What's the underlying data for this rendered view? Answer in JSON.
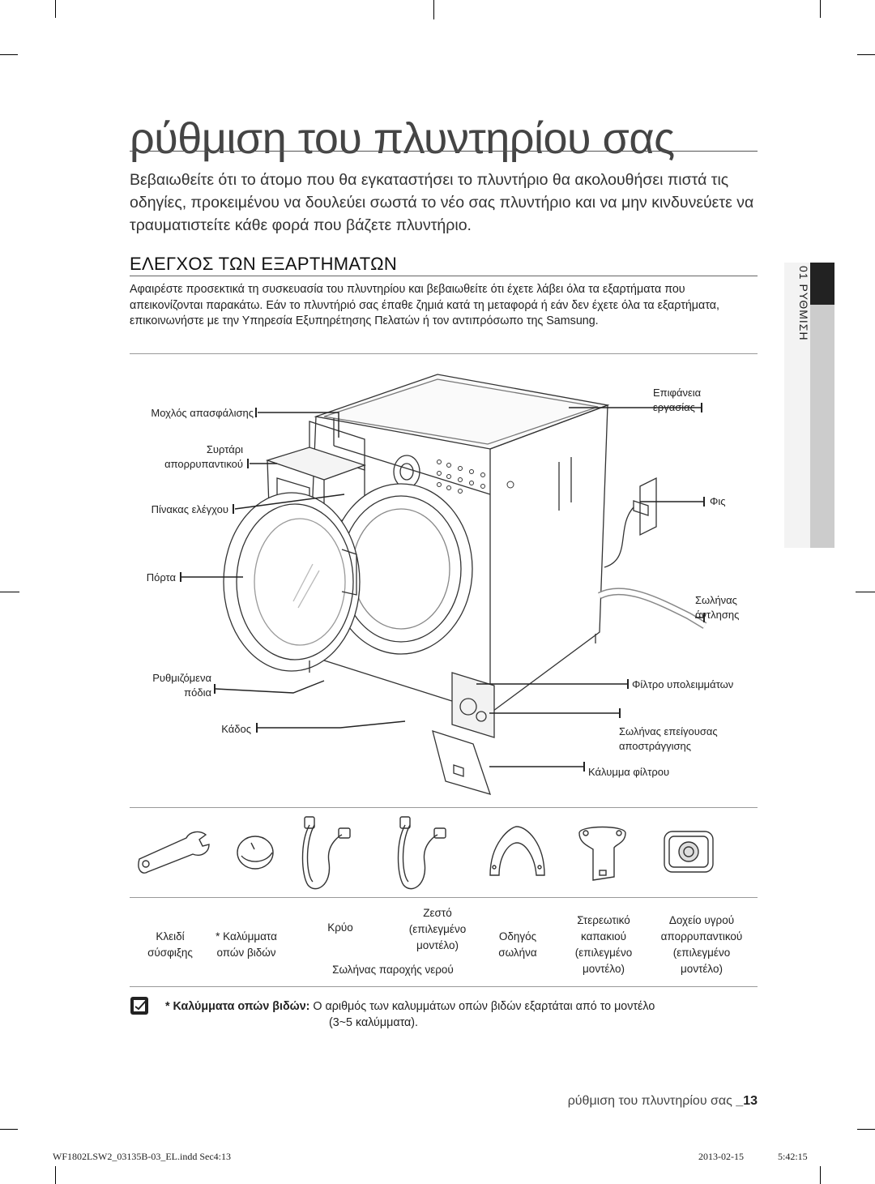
{
  "page": {
    "title": "ρύθμιση του πλυντηρίου σας",
    "intro": "Βεβαιωθείτε ότι το άτομο που θα εγκαταστήσει το πλυντήριο θα ακολουθήσει πιστά τις οδηγίες, προκειμένου να δουλεύει σωστά το νέο σας πλυντήριο και να μην κινδυνεύετε να τραυματιστείτε κάθε φορά που βάζετε πλυντήριο.",
    "section_heading": "ΕΛΕΓΧΟΣ ΤΩΝ ΕΞΑΡΤΗΜΑΤΩΝ",
    "section_body": "Αφαιρέστε προσεκτικά τη συσκευασία του πλυντηρίου και βεβαιωθείτε ότι έχετε λάβει όλα τα εξαρτήματα που απεικονίζονται παρακάτω. Εάν το πλυντήριό σας έπαθε ζημιά κατά τη μεταφορά ή εάν δεν έχετε όλα τα εξαρτήματα, επικοινωνήστε με την Υπηρεσία Εξυπηρέτησης Πελατών ή τον αντιπρόσωπο της Samsung.",
    "side_tab": "01 ΡΥΘΜΙΣΗ"
  },
  "diagram_labels": {
    "lock_lever": "Μοχλός απασφάλισης",
    "drawer_1": "Συρτάρι",
    "drawer_2": "απορρυπαντικού",
    "control_panel": "Πίνακας ελέγχου",
    "door": "Πόρτα",
    "feet_1": "Ρυθμιζόμενα",
    "feet_2": "πόδια",
    "drum": "Κάδος",
    "worktop_1": "Επιφάνεια",
    "worktop_2": "εργασίας",
    "plug": "Φις",
    "drain_hose_1": "Σωλήνας",
    "drain_hose_2": "άντλησης",
    "debris_filter": "Φίλτρο υπολειμμάτων",
    "emergency_1": "Σωλήνας επείγουσας",
    "emergency_2": "αποστράγγισης",
    "filter_cover": "Κάλυμμα φίλτρου"
  },
  "accessories": {
    "spanner_1": "Κλειδί",
    "spanner_2": "σύσφιξης",
    "caps_1": "* Καλύμματα",
    "caps_2": "οπών βιδών",
    "cold": "Κρύο",
    "hot_1": "Ζεστό",
    "hot_2": "(επιλεγμένο",
    "hot_3": "μοντέλο)",
    "water_hose": "Σωλήνας παροχής νερού",
    "guide_1": "Οδηγός",
    "guide_2": "σωλήνα",
    "cover_1": "Στερεωτικό",
    "cover_2": "καπακιού",
    "cover_3": "(επιλεγμένο",
    "cover_4": "μοντέλο)",
    "liquid_1": "Δοχείο υγρού",
    "liquid_2": "απορρυπαντικού",
    "liquid_3": "(επιλεγμένο",
    "liquid_4": "μοντέλο)"
  },
  "note": {
    "bold": "* Καλύμματα οπών βιδών:",
    "text": " Ο αριθμός των καλυμμάτων οπών βιδών εξαρτάται από το μοντέλο",
    "line2": "(3~5 καλύμματα)."
  },
  "footer": {
    "running": "ρύθμιση του πλυντηρίου σας ",
    "page": "_13",
    "file": "WF1802LSW2_03135B-03_EL.indd   Sec4:13",
    "date": "2013-02-15",
    "time": "5:42:15"
  }
}
